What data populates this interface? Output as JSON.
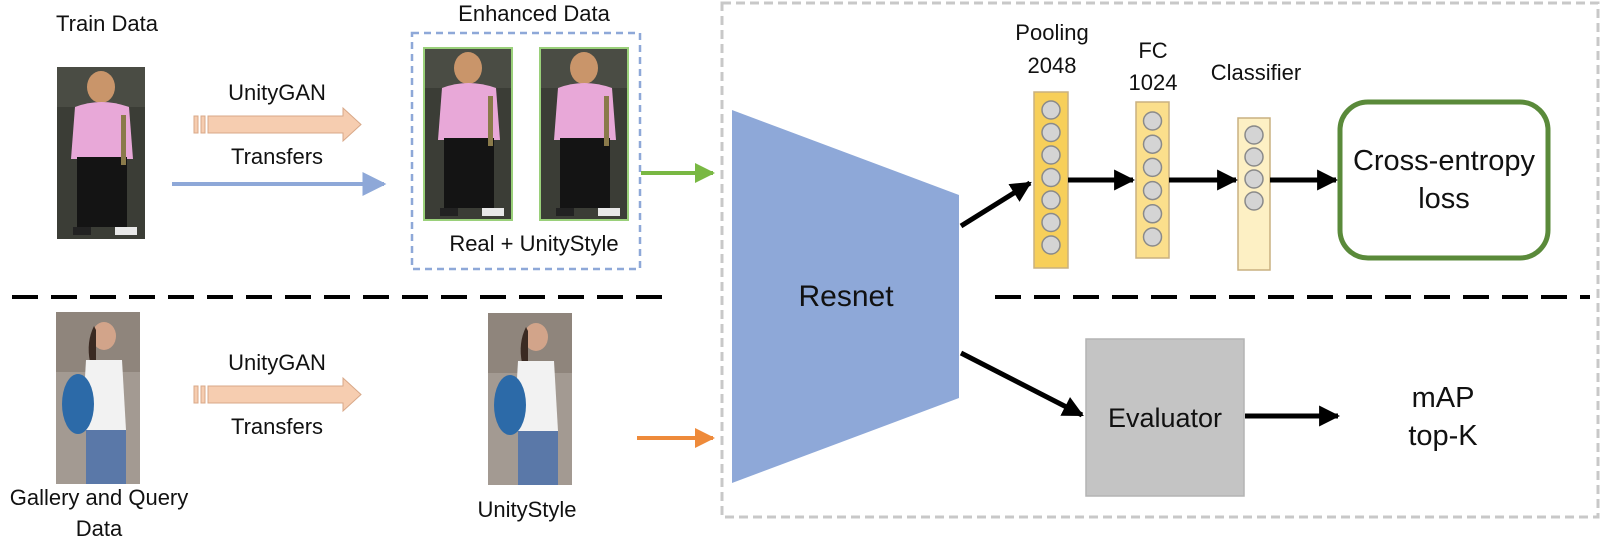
{
  "labels": {
    "train_data": "Train Data",
    "enhanced_data": "Enhanced Data",
    "unitygan_top": "UnityGAN",
    "transfers_top": "Transfers",
    "real_plus_unitystyle": "Real + UnityStyle",
    "resnet": "Resnet",
    "pooling": "Pooling",
    "pooling_dim": "2048",
    "fc": "FC",
    "fc_dim": "1024",
    "classifier": "Classifier",
    "loss_line1": "Cross-entropy",
    "loss_line2": "loss",
    "gallery_line1": "Gallery and Query",
    "gallery_line2": "Data",
    "unitygan_bottom": "UnityGAN",
    "transfers_bottom": "Transfers",
    "unitystyle": "UnityStyle",
    "evaluator": "Evaluator",
    "metric1": "mAP",
    "metric2": "top-K"
  },
  "layers": {
    "pooling_nodes": 7,
    "fc_nodes": 6,
    "classifier_nodes": 4
  },
  "colors": {
    "resnet": "#8ea8d8",
    "pooling_fill": "#f7cf5a",
    "fc_fill": "#fbdf8c",
    "classifier_fill": "#fdf0c4",
    "node": "#d4d4d4",
    "loss_border": "#5a8a3a",
    "evaluator": "#c4c4c4",
    "arrow_green": "#79b843",
    "arrow_orange": "#ee8a3a",
    "arrow_blue": "#8ea8d8",
    "gan_arrow": "#f6cdb0",
    "enhanced_border": "#8ea8d8",
    "outer_border": "#c8c8c8"
  }
}
